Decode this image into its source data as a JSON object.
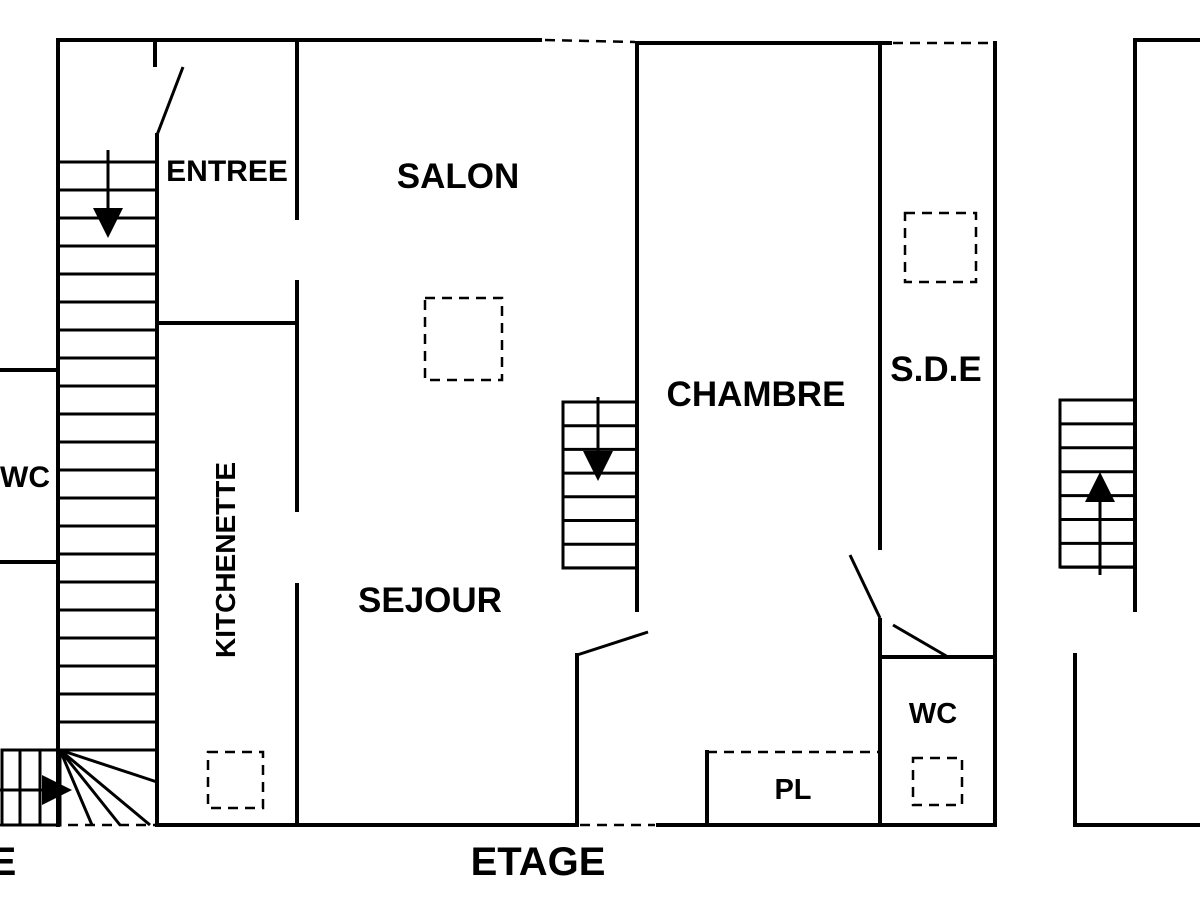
{
  "rooms": {
    "entree": "ENTREE",
    "salon": "SALON",
    "chambre": "CHAMBRE",
    "sde": "S.D.E",
    "wc_left": "WC",
    "kitchenette": "KITCHENETTE",
    "sejour": "SEJOUR",
    "wc_right": "WC",
    "placard": "PL"
  },
  "floor_labels": {
    "etage": "ETAGE",
    "left_partial": "E"
  },
  "colors": {
    "line": "#000000",
    "background": "#ffffff"
  }
}
